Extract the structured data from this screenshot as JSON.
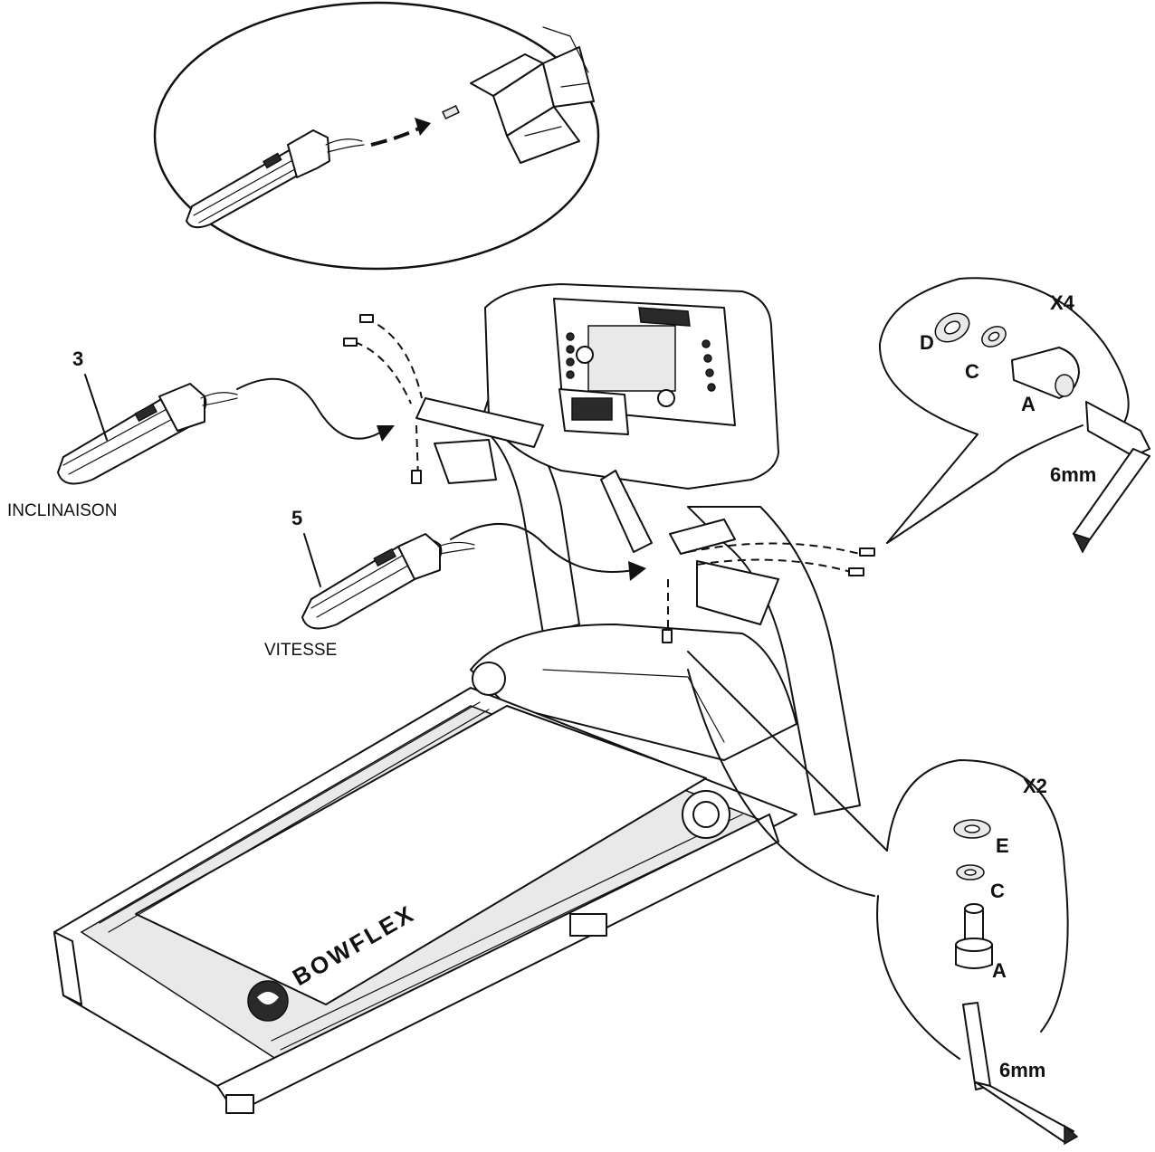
{
  "labels": {
    "part_3": "3",
    "part_5": "5",
    "incline": "INCLINAISON",
    "speed": "VITESSE",
    "qty_upper": "X4",
    "qty_lower": "X2",
    "upper_D": "D",
    "upper_C": "C",
    "upper_A": "A",
    "upper_tool": "6mm",
    "lower_E": "E",
    "lower_C": "C",
    "lower_A": "A",
    "lower_tool": "6mm",
    "brand": "BOWFLEX"
  },
  "icons": {
    "brand_mark": "bowflex-logo-icon",
    "hex_key": "allen-wrench-icon"
  }
}
